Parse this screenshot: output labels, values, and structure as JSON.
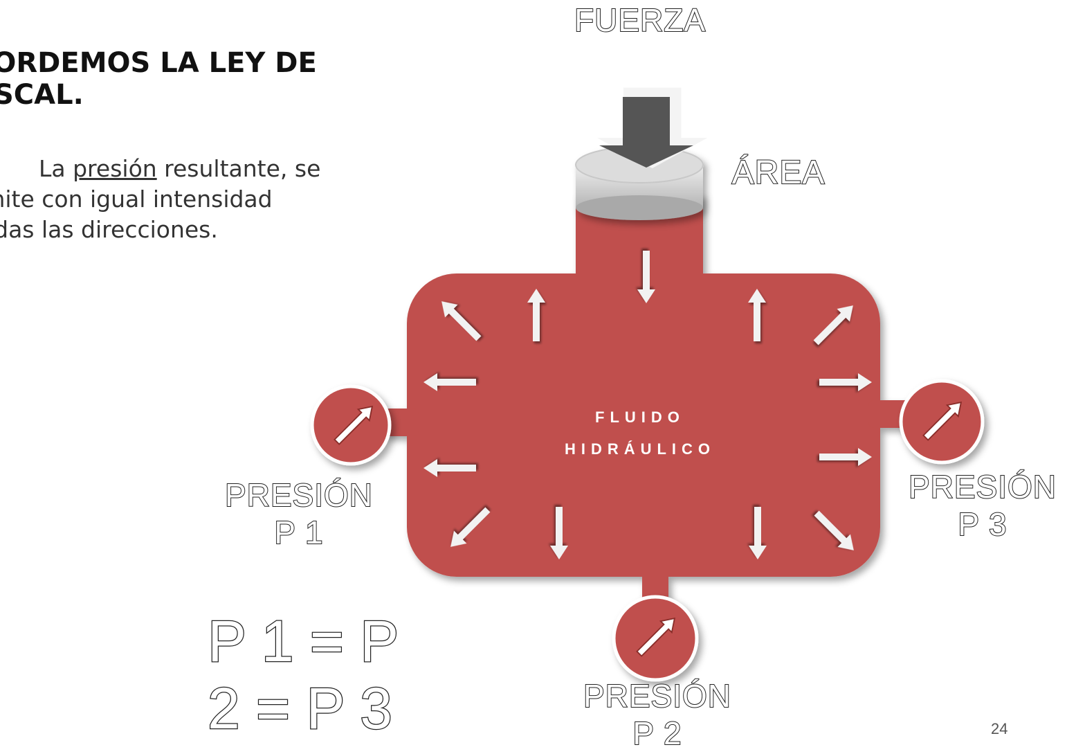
{
  "slide": {
    "title_line1": "CORDEMOS LA LEY DE",
    "title_line2": "ASCAL.",
    "body_pre": "La ",
    "body_underlined": "presión",
    "body_post": " resultante, se",
    "body_line2": "smite con igual intensidad",
    "body_line3": " todas las direcciones.",
    "page_number": "24"
  },
  "diagram": {
    "force_label": "FUERZA",
    "area_label": "ÁREA",
    "fluid_label_line1": "FLUIDO",
    "fluid_label_line2": "HIDRÁULICO",
    "gauges": [
      {
        "label": "PRESIÓN",
        "sub": "P 1"
      },
      {
        "label": "PRESIÓN",
        "sub": "P 2"
      },
      {
        "label": "PRESIÓN",
        "sub": "P 3"
      }
    ],
    "equation": "P 1 = P 2 = P 3",
    "colors": {
      "fluid": "#c0504d",
      "fluid_dark": "#a03c39",
      "piston": "#d4d4d4",
      "force_arrow": "#555555",
      "arrows": "#f2f2f2"
    }
  }
}
